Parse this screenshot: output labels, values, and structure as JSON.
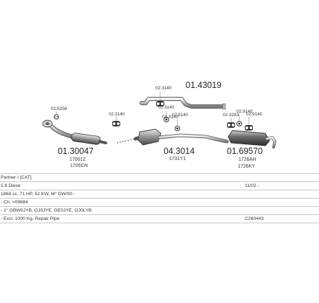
{
  "diagram": {
    "parts": {
      "p1": {
        "number": "01.43019"
      },
      "p2": {
        "number": "01.30047",
        "sub": "170012",
        "sub2": "1705CN"
      },
      "p3": {
        "number": "04.3014",
        "sub": "1731Y1"
      },
      "p4": {
        "number": "01.69570",
        "sub": "1726AH",
        "sub2": "1726KY"
      }
    },
    "small_labels": {
      "l1": "02.5258",
      "l2": "02.3140",
      "l3": "02.3140",
      "l4": "02.9140",
      "l5": "02.3140",
      "l6": "02.3140",
      "l7": "02.3283",
      "l8": "02.9140",
      "l9": "02.9140"
    }
  },
  "info": {
    "rows": [
      {
        "left": "Partner I [CAT]",
        "right": ""
      },
      {
        "left": "1.9 Diese",
        "right": "11/02 -"
      },
      {
        "left": "1868 cc, 71 HP, 52 KW, M° DW/00 -",
        "right": ""
      },
      {
        "left": "- Ch. >09684",
        "right": ""
      },
      {
        "left": "- 1° GBW0JYB, GJ0JYE, GE0JYE, GJ0LYB",
        "right": ""
      },
      {
        "left": "- Excl. 1000 Kg. Repair Pipe",
        "right": "C260443"
      }
    ]
  }
}
